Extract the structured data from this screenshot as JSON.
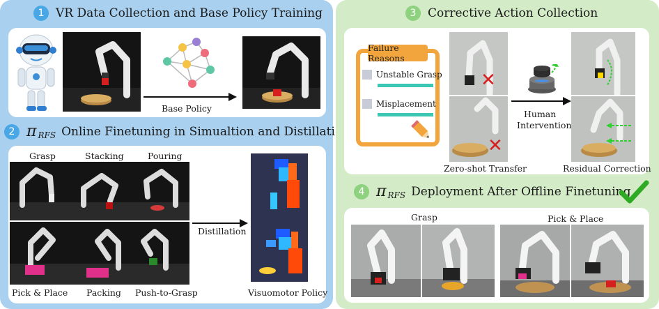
{
  "colors": {
    "blue_panel": "#a9d0ee",
    "green_panel": "#d3ebc7",
    "blue_num": "#4aa7e6",
    "green_num": "#8ed17f",
    "check": "#2faa24",
    "cross": "#d62020",
    "teal_bar": "#3cc7b4",
    "notepad": "#f1a53c"
  },
  "sections": {
    "s1": {
      "number": "1",
      "title": "VR Data Collection and Base Policy Training",
      "arrow_label": "Base Policy"
    },
    "s2": {
      "number": "2",
      "pi": "π",
      "sub": "RFS",
      "title": "Online Finetuning in Simualtion and Distillation",
      "tasks": [
        "Grasp",
        "Stacking",
        "Pouring",
        "Pick & Place",
        "Packing",
        "Push-to-Grasp"
      ],
      "arrow_label": "Distillation",
      "policy_label": "Visuomotor Policy"
    },
    "s3": {
      "number": "3",
      "title": "Corrective Action Collection",
      "notepad_title": "Failure Reasons",
      "reasons": [
        "Unstable Grasp",
        "Misplacement"
      ],
      "left_label": "Zero-shot Transfer",
      "arrow_label_1": "Human",
      "arrow_label_2": "Intervention",
      "right_label": "Residual Correction"
    },
    "s4": {
      "number": "4",
      "pi": "π",
      "sub": "RFS",
      "title": "Deployment After Offline Finetuning",
      "tasks": [
        "Grasp",
        "Pick & Place"
      ]
    }
  }
}
